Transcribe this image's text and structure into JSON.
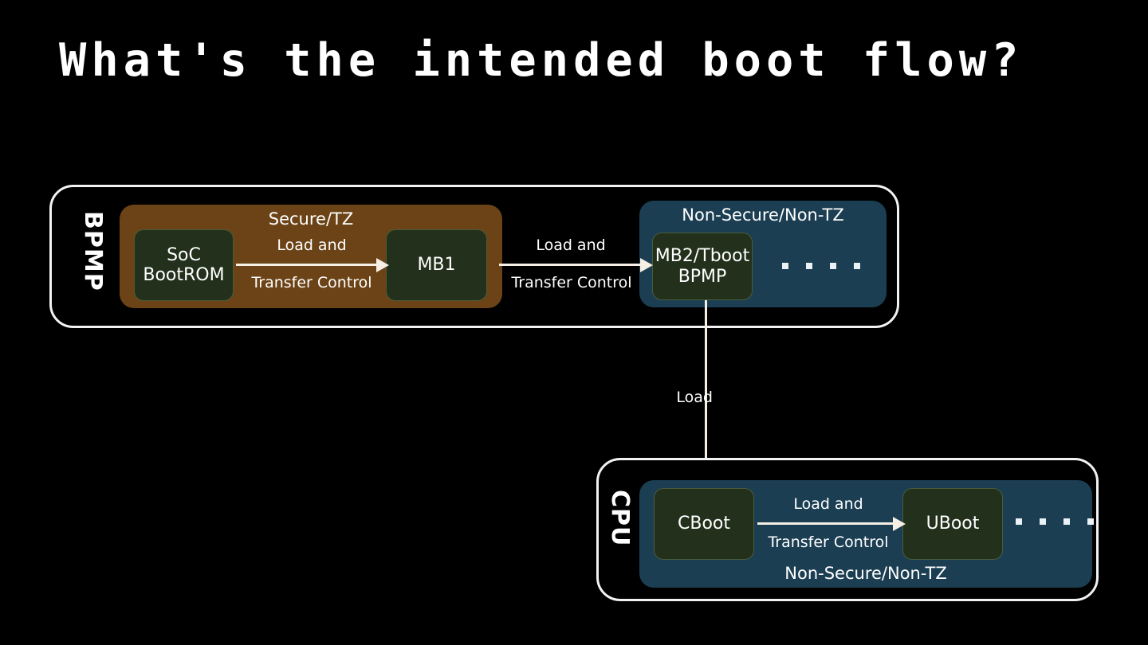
{
  "slide": {
    "title": "What's the intended boot flow?",
    "background_color": "#000000"
  },
  "colors": {
    "secure_zone": "#6b4316",
    "non_secure_zone": "#1b3e52",
    "stage_box": "#22301c",
    "arrow": "#f5efe6",
    "text": "#ffffff",
    "container_border": "#f2f2f2"
  },
  "diagram": {
    "type": "boot-flow",
    "groups": [
      {
        "id": "bpmp",
        "label": "BPMP",
        "zones": [
          {
            "id": "secure",
            "title": "Secure/TZ",
            "kind": "secure",
            "stages": [
              {
                "id": "bootrom",
                "lines": [
                  "SoC",
                  "BootROM"
                ]
              },
              {
                "id": "mb1",
                "lines": [
                  "MB1"
                ]
              }
            ],
            "ellipsis_dots": 0
          },
          {
            "id": "bpmp-nonsecure",
            "title": "Non-Secure/Non-TZ",
            "kind": "non-secure",
            "stages": [
              {
                "id": "mb2",
                "lines": [
                  "MB2/Tboot",
                  "BPMP"
                ]
              }
            ],
            "ellipsis_dots": 4
          }
        ]
      },
      {
        "id": "cpu",
        "label": "CPU",
        "zones": [
          {
            "id": "cpu-nonsecure",
            "title": "Non-Secure/Non-TZ",
            "kind": "non-secure",
            "stages": [
              {
                "id": "cboot",
                "lines": [
                  "CBoot"
                ]
              },
              {
                "id": "uboot",
                "lines": [
                  "UBoot"
                ]
              }
            ],
            "ellipsis_dots": 4
          }
        ]
      }
    ],
    "arrows": [
      {
        "id": "arrow-bootrom-to-mb1",
        "from": "bootrom",
        "to": "mb1",
        "direction": "right",
        "label_top": "Load and",
        "label_bottom": "Transfer Control"
      },
      {
        "id": "arrow-mb1-to-mb2",
        "from": "mb1",
        "to": "mb2",
        "direction": "right",
        "label_top": "Load and",
        "label_bottom": "Transfer Control"
      },
      {
        "id": "arrow-mb2-to-cboot",
        "from": "mb2",
        "to": "cboot",
        "direction": "down",
        "label": "Load"
      },
      {
        "id": "arrow-cboot-to-uboot",
        "from": "cboot",
        "to": "uboot",
        "direction": "right",
        "label_top": "Load and",
        "label_bottom": "Transfer Control"
      }
    ]
  },
  "stage_text": {
    "bootrom_line1": "SoC",
    "bootrom_line2": "BootROM",
    "mb1": "MB1",
    "mb2_line1": "MB2/Tboot",
    "mb2_line2": "BPMP",
    "cboot": "CBoot",
    "uboot": "UBoot"
  },
  "zone_titles": {
    "secure": "Secure/TZ",
    "bpmp_non_secure": "Non-Secure/Non-TZ",
    "cpu_non_secure": "Non-Secure/Non-TZ"
  },
  "group_labels": {
    "bpmp": "BPMP",
    "cpu": "CPU"
  },
  "arrow_labels": {
    "a1_top": "Load and",
    "a1_bottom": "Transfer Control",
    "a2_top": "Load and",
    "a2_bottom": "Transfer Control",
    "a3": "Load",
    "a4_top": "Load and",
    "a4_bottom": "Transfer Control"
  }
}
